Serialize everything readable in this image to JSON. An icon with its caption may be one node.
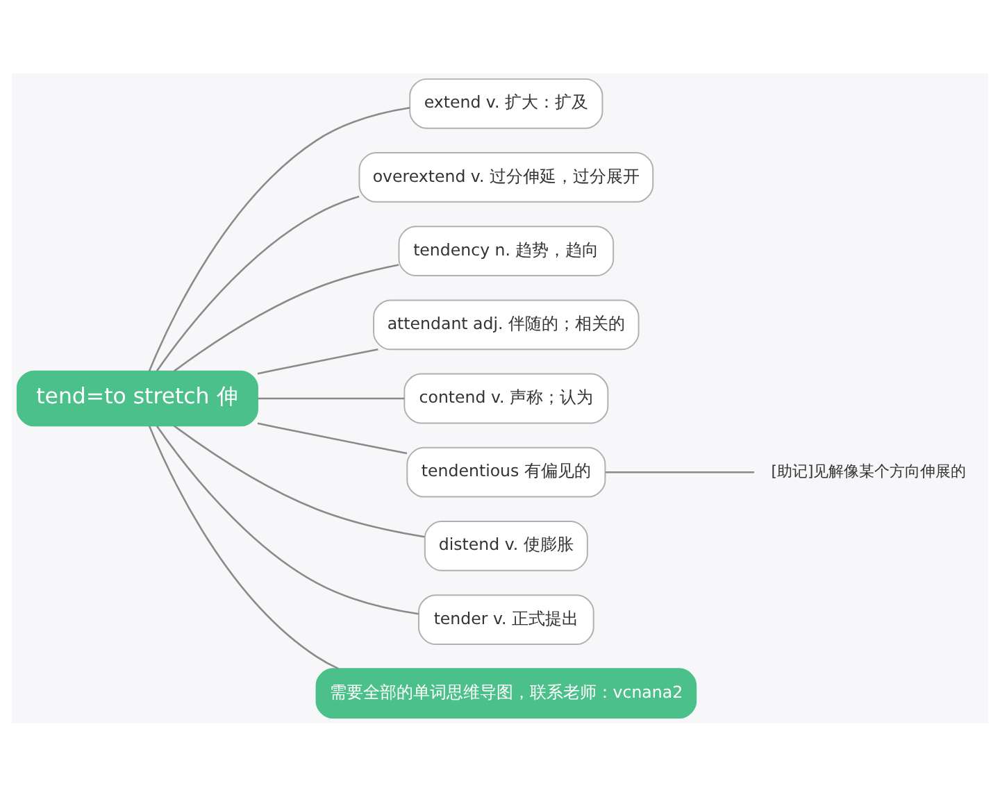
{
  "diagram": {
    "nodes": [
      {
        "text": [
          "tend=to stretch 伸"
        ]
      },
      {
        "text": [
          "extend v. 扩大：扩及"
        ]
      },
      {
        "text": [
          "overextend v. 过分伸延，过分展开"
        ]
      },
      {
        "text": [
          "tendency n. 趋势，趋向"
        ]
      },
      {
        "text": [
          "attendant adj. 伴随的；相关的"
        ]
      },
      {
        "text": [
          "contend v. 声称；认为"
        ]
      },
      {
        "text": [
          "tendentious 有偏见的"
        ]
      },
      {
        "text": [
          "distend v. 使膨胀"
        ]
      },
      {
        "text": [
          "tender v. 正式提出"
        ]
      },
      {
        "text": [
          "需要全部的单词思维导图，联系老师：vcnana2"
        ]
      },
      {
        "text": [
          "[助记]见解像某个方向伸展的"
        ]
      }
    ],
    "edges": [
      {
        "from": 0,
        "to": 1,
        "arrow": "none"
      },
      {
        "from": 0,
        "to": 2,
        "arrow": "none"
      },
      {
        "from": 0,
        "to": 3,
        "arrow": "none"
      },
      {
        "from": 0,
        "to": 4,
        "arrow": "none"
      },
      {
        "from": 0,
        "to": 5,
        "arrow": "none"
      },
      {
        "from": 0,
        "to": 6,
        "arrow": "none"
      },
      {
        "from": 0,
        "to": 7,
        "arrow": "none"
      },
      {
        "from": 0,
        "to": 8,
        "arrow": "none"
      },
      {
        "from": 0,
        "to": 9,
        "arrow": "none"
      },
      {
        "from": 6,
        "to": 10,
        "arrow": "none"
      }
    ]
  }
}
